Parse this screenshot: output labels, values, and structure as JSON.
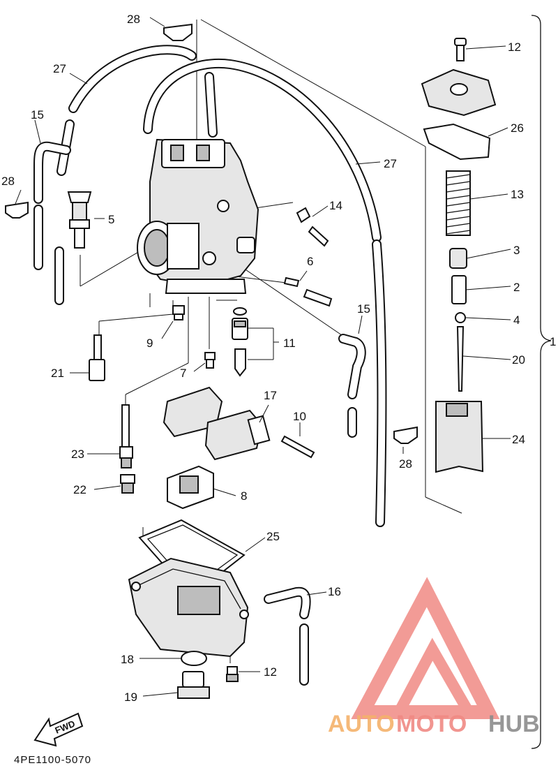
{
  "diagram_code": "4PE1100-5070",
  "fwd_label": "FWD",
  "callouts": {
    "c2": "2",
    "c3": "3",
    "c4": "4",
    "c5": "5",
    "c6": "6",
    "c7": "7",
    "c8": "8",
    "c9": "9",
    "c10": "10",
    "c11": "11",
    "c12a": "12",
    "c12b": "12",
    "c13": "13",
    "c14": "14",
    "c15a": "15",
    "c15b": "15",
    "c16": "16",
    "c17": "17",
    "c18": "18",
    "c19": "19",
    "c20": "20",
    "c21": "21",
    "c22": "22",
    "c23": "23",
    "c24": "24",
    "c25": "25",
    "c26": "26",
    "c27a": "27",
    "c27b": "27",
    "c28a": "28",
    "c28b": "28",
    "c28c": "28",
    "c1": "1"
  },
  "watermark": {
    "part1": "AUTO",
    "part2": "MOTO",
    "part3": "HUB"
  },
  "colors": {
    "watermark_orange": "#f5b26b",
    "watermark_red": "#f08a84",
    "watermark_grey": "#8c8c8c",
    "line": "#111111"
  }
}
